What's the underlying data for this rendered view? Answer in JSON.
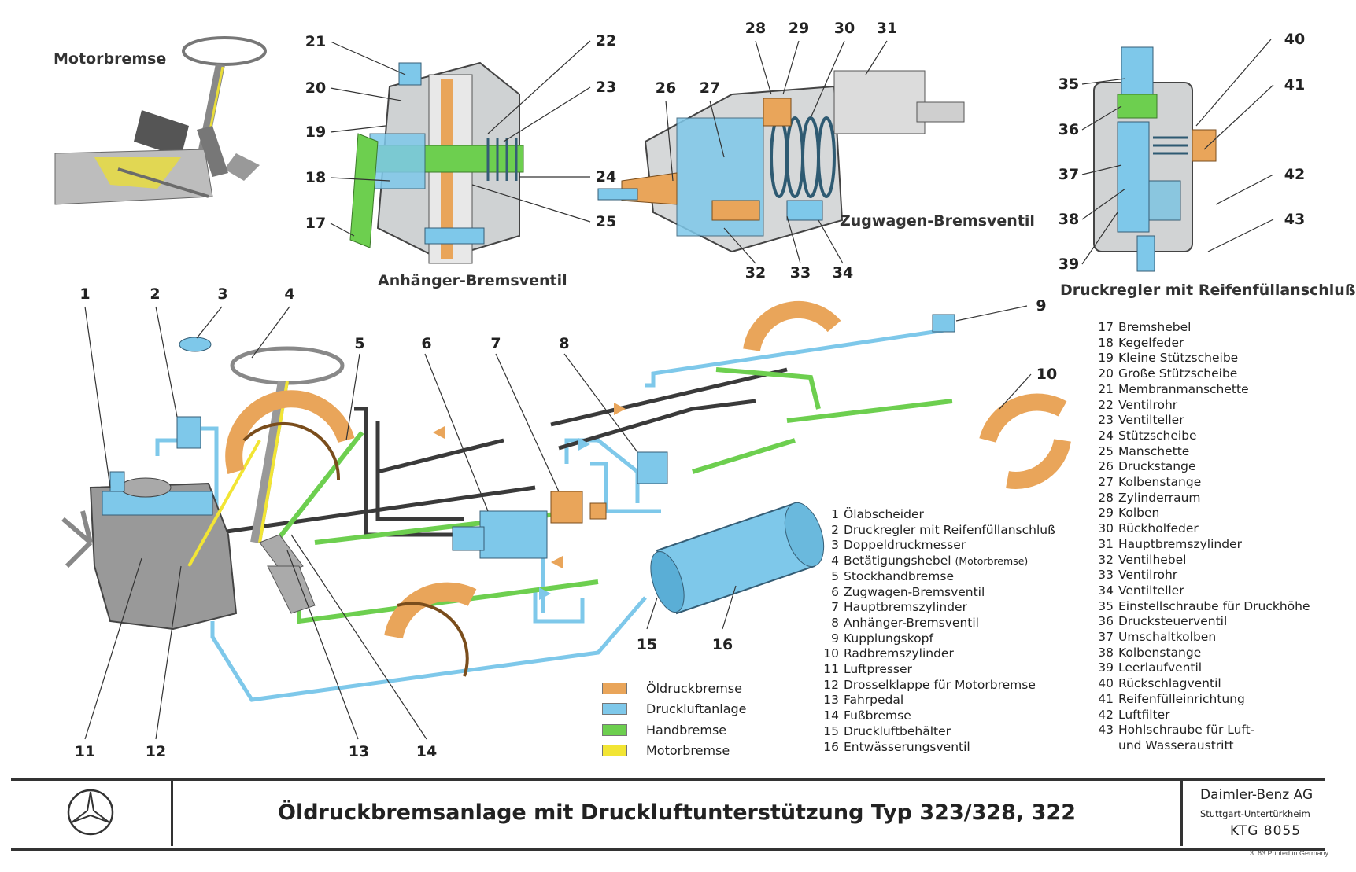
{
  "colors": {
    "oil": "#e9a55a",
    "air": "#7ec8ea",
    "hand": "#6dcf4f",
    "engine": "#f2e534",
    "steel": "#9aa3a8",
    "dark": "#3a3a3a"
  },
  "labels": {
    "motorbremse": "Motorbremse",
    "anhaenger": "Anhänger-Bremsventil",
    "zugwagen": "Zugwagen-Bremsventil",
    "druckregler": "Druckregler mit Reifenfüllanschluß"
  },
  "callouts": [
    "1",
    "2",
    "3",
    "4",
    "5",
    "6",
    "7",
    "8",
    "9",
    "10",
    "11",
    "12",
    "13",
    "14",
    "15",
    "16",
    "17",
    "18",
    "19",
    "20",
    "21",
    "22",
    "23",
    "24",
    "25",
    "26",
    "27",
    "28",
    "29",
    "30",
    "31",
    "32",
    "33",
    "34",
    "35",
    "36",
    "37",
    "38",
    "39",
    "40",
    "41",
    "42",
    "43"
  ],
  "legend_main": [
    {
      "n": "1",
      "t": "Ölabscheider"
    },
    {
      "n": "2",
      "t": "Druckregler mit Reifenfüllanschluß"
    },
    {
      "n": "3",
      "t": "Doppeldruckmesser"
    },
    {
      "n": "4",
      "t": "Betätigungshebel",
      "s": "(Motorbremse)"
    },
    {
      "n": "5",
      "t": "Stockhandbremse"
    },
    {
      "n": "6",
      "t": "Zugwagen-Bremsventil"
    },
    {
      "n": "7",
      "t": "Hauptbremszylinder"
    },
    {
      "n": "8",
      "t": "Anhänger-Bremsventil"
    },
    {
      "n": "9",
      "t": "Kupplungskopf"
    },
    {
      "n": "10",
      "t": "Radbremszylinder"
    },
    {
      "n": "11",
      "t": "Luftpresser"
    },
    {
      "n": "12",
      "t": "Drosselklappe für Motorbremse"
    },
    {
      "n": "13",
      "t": "Fahrpedal"
    },
    {
      "n": "14",
      "t": "Fußbremse"
    },
    {
      "n": "15",
      "t": "Druckluftbehälter"
    },
    {
      "n": "16",
      "t": "Entwässerungsventil"
    }
  ],
  "legend_parts": [
    {
      "n": "17",
      "t": "Bremshebel"
    },
    {
      "n": "18",
      "t": "Kegelfeder"
    },
    {
      "n": "19",
      "t": "Kleine Stützscheibe"
    },
    {
      "n": "20",
      "t": "Große Stützscheibe"
    },
    {
      "n": "21",
      "t": "Membranmanschette"
    },
    {
      "n": "22",
      "t": "Ventilrohr"
    },
    {
      "n": "23",
      "t": "Ventilteller"
    },
    {
      "n": "24",
      "t": "Stützscheibe"
    },
    {
      "n": "25",
      "t": "Manschette"
    },
    {
      "n": "26",
      "t": "Druckstange"
    },
    {
      "n": "27",
      "t": "Kolbenstange"
    },
    {
      "n": "28",
      "t": "Zylinderraum"
    },
    {
      "n": "29",
      "t": "Kolben"
    },
    {
      "n": "30",
      "t": "Rückholfeder"
    },
    {
      "n": "31",
      "t": "Hauptbremszylinder"
    },
    {
      "n": "32",
      "t": "Ventilhebel"
    },
    {
      "n": "33",
      "t": "Ventilrohr"
    },
    {
      "n": "34",
      "t": "Ventilteller"
    },
    {
      "n": "35",
      "t": "Einstellschraube für Druckhöhe"
    },
    {
      "n": "36",
      "t": "Drucksteuerventil"
    },
    {
      "n": "37",
      "t": "Umschaltkolben"
    },
    {
      "n": "38",
      "t": "Kolbenstange"
    },
    {
      "n": "39",
      "t": "Leerlaufventil"
    },
    {
      "n": "40",
      "t": "Rückschlagventil"
    },
    {
      "n": "41",
      "t": "Reifenfülleinrichtung"
    },
    {
      "n": "42",
      "t": "Luftfilter"
    },
    {
      "n": "43",
      "t": "Hohlschraube für Luft-"
    },
    {
      "n": "",
      "t": "und Wasseraustritt"
    }
  ],
  "color_key": [
    {
      "label": "Öldruckbremse",
      "color": "#e9a55a"
    },
    {
      "label": "Druckluftanlage",
      "color": "#7ec8ea"
    },
    {
      "label": "Handbremse",
      "color": "#6dcf4f"
    },
    {
      "label": "Motorbremse",
      "color": "#f2e534"
    }
  ],
  "footer": {
    "title": "Öldruckbremsanlage mit Druckluftunterstützung Typ 323/328, 322",
    "company": "Daimler-Benz AG",
    "city": "Stuttgart-Untertürkheim",
    "code": "KTG 8055",
    "print_note": "3. 63   Printed in Germany"
  }
}
